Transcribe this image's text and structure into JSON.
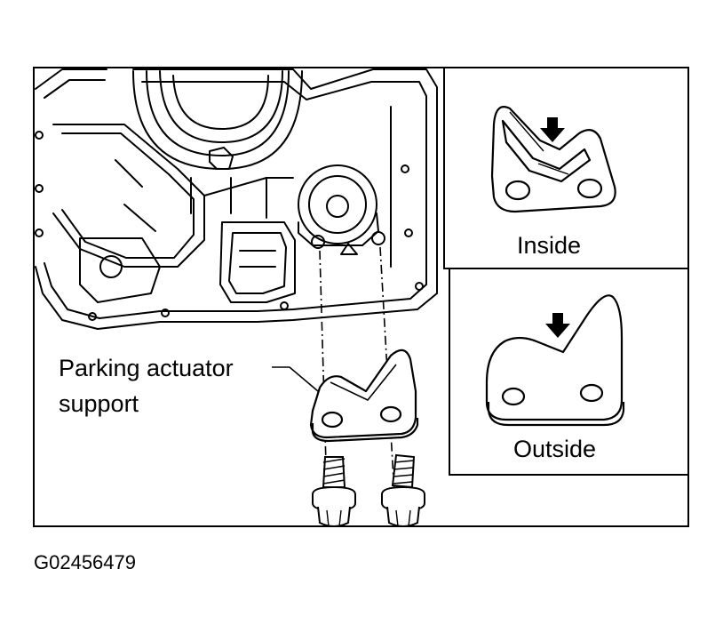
{
  "labels": {
    "part_line1": "Parking actuator",
    "part_line2": "support",
    "inside": "Inside",
    "outside": "Outside",
    "figure_id": "G02456479"
  }
}
